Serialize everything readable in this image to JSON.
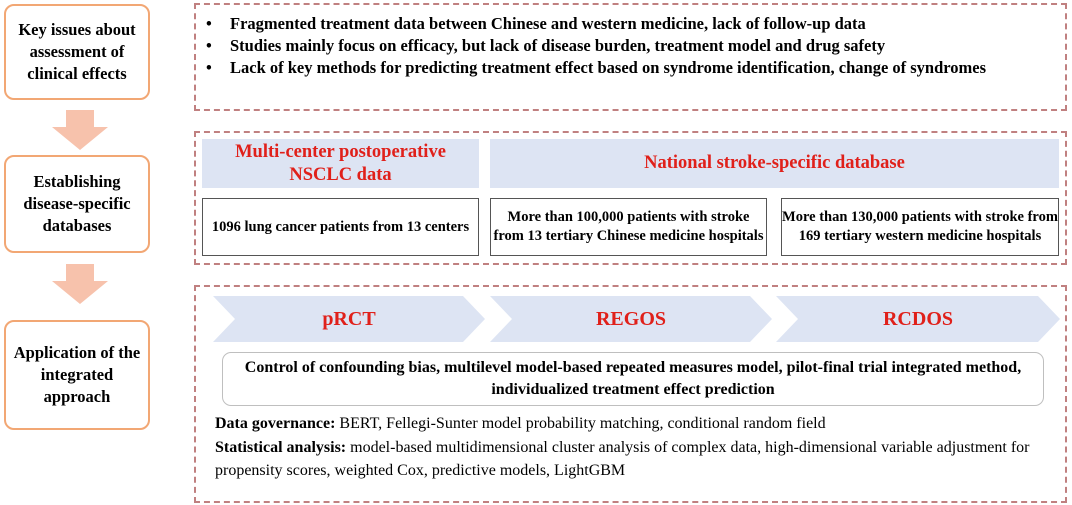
{
  "stages": [
    {
      "label": "Key issues about assessment of clinical effects"
    },
    {
      "label": "Establishing disease-specific databases"
    },
    {
      "label": "Application of the integrated approach"
    }
  ],
  "key_issues": {
    "bullet_symbol": "•",
    "items": [
      "Fragmented treatment data between Chinese and western medicine, lack of follow-up data",
      "Studies  mainly focus on efficacy, but lack of disease burden, treatment model and drug safety",
      "Lack of key methods for predicting treatment effect based on syndrome identification, change of syndromes"
    ]
  },
  "databases": {
    "left_header": "Multi-center postoperative NSCLC data",
    "right_header": "National stroke-specific database",
    "boxes": [
      "1096 lung cancer patients from 13 centers",
      "More than 100,000 patients with stroke from 13 tertiary Chinese medicine hospitals",
      "More than 130,000 patients with stroke from 169 tertiary  western medicine hospitals"
    ]
  },
  "approach": {
    "chevrons": [
      "pRCT",
      "REGOS",
      "RCDOS"
    ],
    "methods_box": "Control of confounding bias, multilevel model-based repeated measures model, pilot-final trial integrated method, individualized treatment effect prediction",
    "governance_label": "Data governance:",
    "governance_text": " BERT, Fellegi-Sunter model probability matching, conditional random field",
    "analysis_label": "Statistical analysis:",
    "analysis_text": " model-based multidimensional cluster analysis of complex data, high-dimensional variable adjustment for propensity scores, weighted Cox, predictive models, LightGBM"
  },
  "colors": {
    "left_border": "#f2a774",
    "arrow_fill": "#f7c2ac",
    "dashed_border": "#c08080",
    "header_bg": "#dde4f3",
    "accent_text": "#e0201a"
  }
}
